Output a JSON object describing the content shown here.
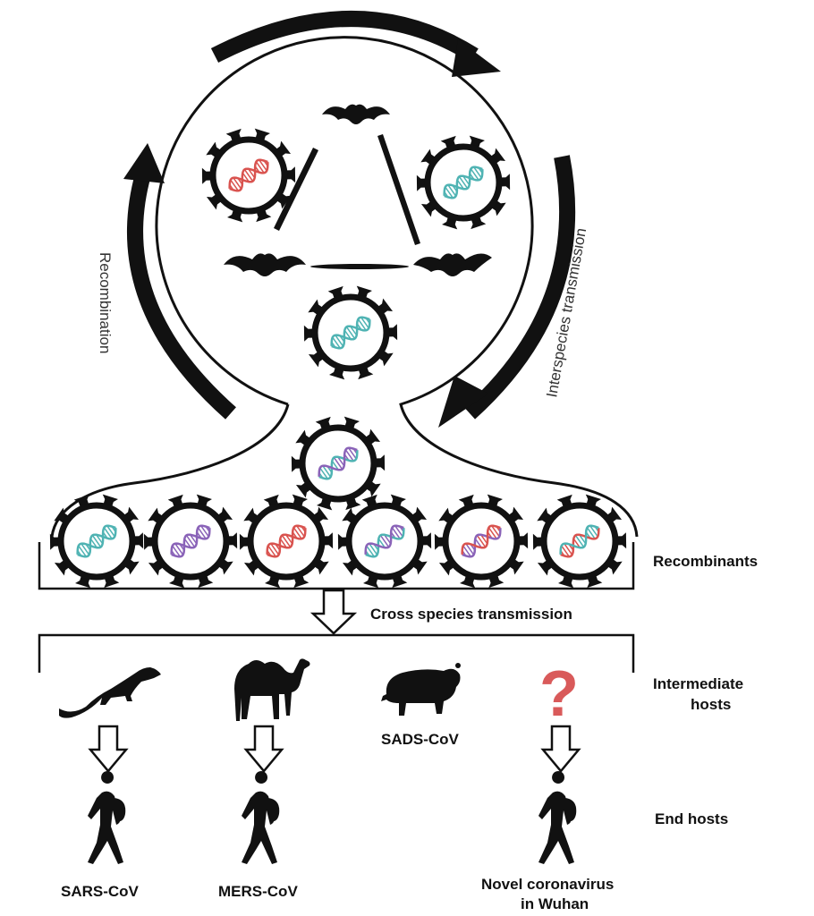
{
  "labels": {
    "recombination": "Recombination",
    "interspecies": "Interspecies transmission",
    "recombinants": "Recombinants",
    "cross_species": "Cross species transmission",
    "intermediate_line1": "Intermediate",
    "intermediate_line2": "hosts",
    "end_hosts": "End hosts",
    "sads": "SADS-CoV",
    "sars": "SARS-CoV",
    "mers": "MERS-CoV",
    "novel_line1": "Novel coronavirus",
    "novel_line2": "in Wuhan",
    "question_mark": "?"
  },
  "colors": {
    "ink": "#111111",
    "dna_red": "#d9534f",
    "dna_teal": "#4fb3b3",
    "dna_purple": "#8a63b8",
    "question": "#d95a5a"
  },
  "viruses": [
    {
      "id": "bat-virus-left",
      "dna": [
        "dna_red",
        "dna_red"
      ]
    },
    {
      "id": "bat-virus-right",
      "dna": [
        "dna_teal",
        "dna_teal"
      ]
    },
    {
      "id": "bat-virus-bottom",
      "dna": [
        "dna_teal",
        "dna_teal"
      ]
    },
    {
      "id": "neck-virus",
      "dna": [
        "dna_teal",
        "dna_purple"
      ]
    },
    {
      "id": "recombinant-1",
      "dna": [
        "dna_teal",
        "dna_teal"
      ]
    },
    {
      "id": "recombinant-2",
      "dna": [
        "dna_purple",
        "dna_purple"
      ]
    },
    {
      "id": "recombinant-3",
      "dna": [
        "dna_red",
        "dna_red"
      ]
    },
    {
      "id": "recombinant-4",
      "dna": [
        "dna_teal",
        "dna_purple"
      ]
    },
    {
      "id": "recombinant-5",
      "dna": [
        "dna_purple",
        "dna_red"
      ]
    },
    {
      "id": "recombinant-6",
      "dna": [
        "dna_red",
        "dna_teal"
      ]
    }
  ],
  "intermediate_hosts": [
    {
      "animal": "civet-icon",
      "result": "SARS-CoV"
    },
    {
      "animal": "camel-icon",
      "result": "MERS-CoV"
    },
    {
      "animal": "pig-icon",
      "result": "SADS-CoV"
    },
    {
      "animal": "question-mark-icon",
      "result": "Novel coronavirus in Wuhan"
    }
  ]
}
